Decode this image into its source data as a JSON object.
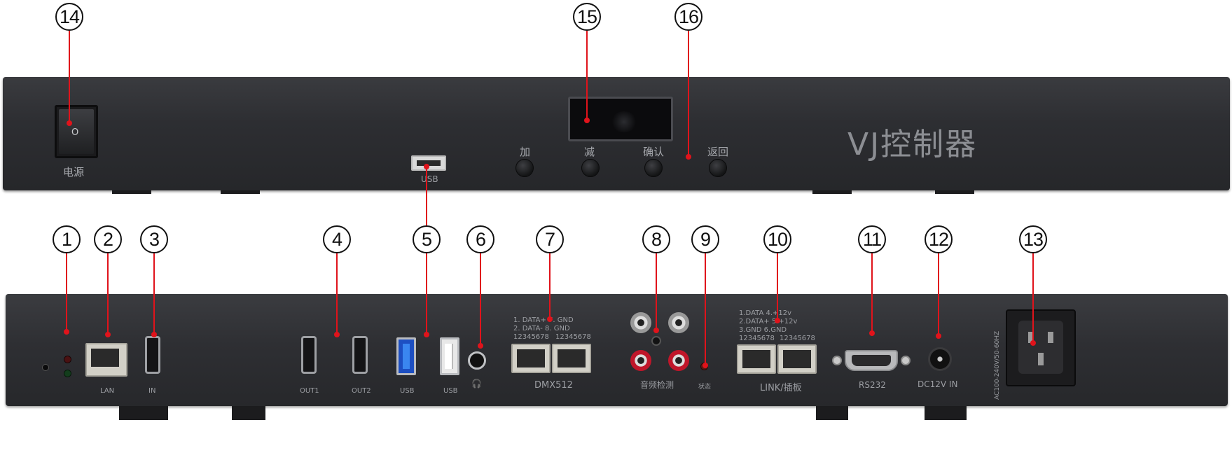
{
  "callouts": [
    {
      "id": "1",
      "label": "1"
    },
    {
      "id": "2",
      "label": "2"
    },
    {
      "id": "3",
      "label": "3"
    },
    {
      "id": "4",
      "label": "4"
    },
    {
      "id": "5",
      "label": "5"
    },
    {
      "id": "6",
      "label": "6"
    },
    {
      "id": "7",
      "label": "7"
    },
    {
      "id": "8",
      "label": "8"
    },
    {
      "id": "9",
      "label": "9"
    },
    {
      "id": "10",
      "label": "10"
    },
    {
      "id": "11",
      "label": "11"
    },
    {
      "id": "12",
      "label": "12"
    },
    {
      "id": "13",
      "label": "13"
    },
    {
      "id": "14",
      "label": "14"
    },
    {
      "id": "15",
      "label": "15"
    },
    {
      "id": "16",
      "label": "16"
    }
  ],
  "front_panel": {
    "power_label": "电源",
    "power_switch_mark": "O",
    "usb_label": "USB",
    "brand_title": "VJ控制器",
    "buttons": {
      "plus": "加",
      "minus": "减",
      "confirm": "确认",
      "back": "返回"
    }
  },
  "rear_panel": {
    "lan_label": "LAN",
    "hdmi_in_label": "IN",
    "out1_label": "OUT1",
    "out2_label": "OUT2",
    "usb3_label": "USB",
    "usb2_label": "USB",
    "headphone_glyph": "🎧",
    "dmx": {
      "pin_line1": "1. DATA+  7. GND",
      "pin_line2": "2. DATA-  8. GND",
      "pins_a": "12345678",
      "pins_b": "12345678",
      "label": "DMX512"
    },
    "audio_label": "音频检测",
    "status_label": "状态",
    "link": {
      "pin_line1": "1.DATA    4.+12v",
      "pin_line2": "2.DATA+  5.+12v",
      "pin_line3": "3.GND     6.GND",
      "pins_a": "12345678",
      "pins_b": "12345678",
      "label": "LINK/插板"
    },
    "rs232_label": "RS232",
    "dc_label": "DC12V IN",
    "ac_label": "AC100-240V/50-60HZ"
  },
  "colors": {
    "leader": "#e0131b",
    "panel": "#2e2f33",
    "silkscreen": "#9c9ea3"
  }
}
